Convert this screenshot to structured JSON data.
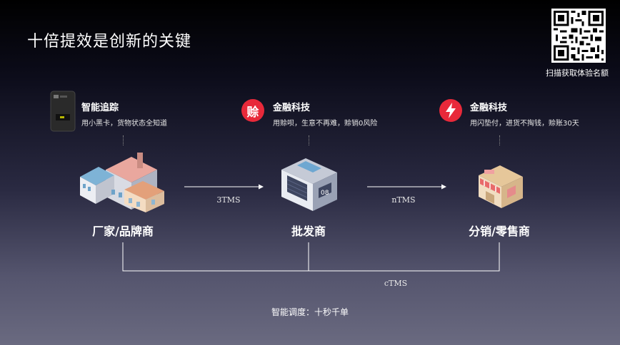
{
  "title": "十倍提效是创新的关键",
  "qr": {
    "caption": "扫描获取体验名额"
  },
  "features": [
    {
      "title": "智能追踪",
      "desc": "用小黑卡，货物状态全知道",
      "icon": "black-card-device-icon"
    },
    {
      "title": "金融科技",
      "desc": "用赊呗，生意不再难，赊销0风险",
      "icon": "she-badge-icon",
      "badge_char": "赊",
      "color": "#e8293a"
    },
    {
      "title": "金融科技",
      "desc": "用闪垫付，进货不掏钱，赊账30天",
      "icon": "lightning-badge-icon",
      "color": "#e8293a"
    }
  ],
  "nodes": [
    {
      "label": "厂家/品牌商",
      "icon": "factory-icon"
    },
    {
      "label": "批发商",
      "icon": "warehouse-icon"
    },
    {
      "label": "分销/零售商",
      "icon": "shop-icon"
    }
  ],
  "edges": [
    {
      "label": "3TMS"
    },
    {
      "label": "nTMS"
    },
    {
      "label": "cTMS"
    }
  ],
  "footer": "智能调度：十秒千单"
}
